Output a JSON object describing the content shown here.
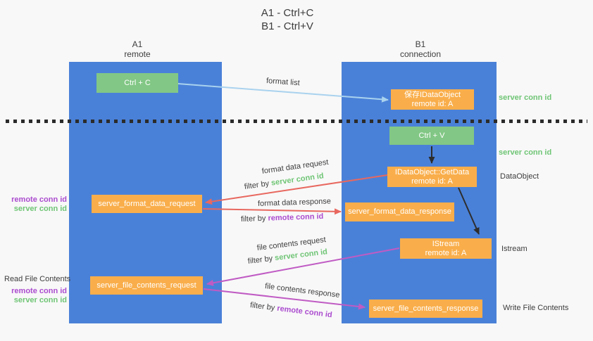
{
  "title": {
    "line1": "A1 - Ctrl+C",
    "line2": "B1 - Ctrl+V"
  },
  "lanes": {
    "a1": {
      "name": "A1",
      "role": "remote"
    },
    "b1": {
      "name": "B1",
      "role": "connection"
    }
  },
  "boxes": {
    "ctrl_c": {
      "label": "Ctrl + C"
    },
    "save_idataobject": {
      "line1": "保存IDataObject",
      "line2": "remote id: A"
    },
    "ctrl_v": {
      "label": "Ctrl + V"
    },
    "getdata": {
      "line1": "IDataObject::GetData",
      "line2": "remote id: A"
    },
    "server_format_data_request": {
      "label": "server_format_data_request"
    },
    "server_format_data_response": {
      "label": "server_format_data_response"
    },
    "istream": {
      "line1": "IStream",
      "line2": "remote id: A"
    },
    "server_file_contents_request": {
      "label": "server_file_contents_request"
    },
    "server_file_contents_response": {
      "label": "server_file_contents_response"
    }
  },
  "flow_labels": {
    "format_list": "format list",
    "format_data_request": "format data request",
    "format_data_response": "format data response",
    "file_contents_request": "file contents request",
    "file_contents_response": "file contents response",
    "filter_by": "filter by",
    "server_conn_id": "server conn id",
    "remote_conn_id": "remote conn id"
  },
  "side_labels": {
    "right_server_conn_id_top": "server conn id",
    "right_server_conn_id_mid": "server conn id",
    "right_dataobject": "DataObject",
    "right_istream": "Istream",
    "right_write_file_contents": "Write File Contents",
    "left_remote_conn_id_1": "remote conn id",
    "left_server_conn_id_1": "server conn id",
    "left_read_file_contents": "Read File Contents",
    "left_remote_conn_id_2": "remote conn id",
    "left_server_conn_id_2": "server conn id"
  },
  "colors": {
    "lane_blue": "#4a81d8",
    "box_green": "#82c785",
    "box_orange": "#f9ae4b",
    "arrow_blue": "#a9d2ee",
    "arrow_red": "#e8685f",
    "arrow_magenta": "#c05bc4",
    "arrow_black": "#2d2d2d",
    "text_green": "#6fc575",
    "text_purple": "#ab4ccf",
    "background": "#f8f8f8"
  }
}
